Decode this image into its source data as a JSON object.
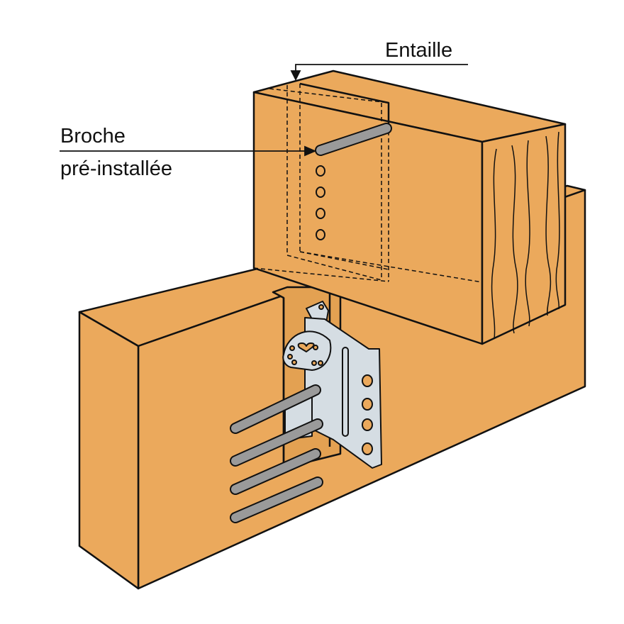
{
  "labels": {
    "notch": "Entaille",
    "pin_line1": "Broche",
    "pin_line2": "pré-installée"
  },
  "colors": {
    "wood": "#EBA95C",
    "steel": "#D5DDE3",
    "pin": "#9A9A9A",
    "outline": "#111111"
  }
}
